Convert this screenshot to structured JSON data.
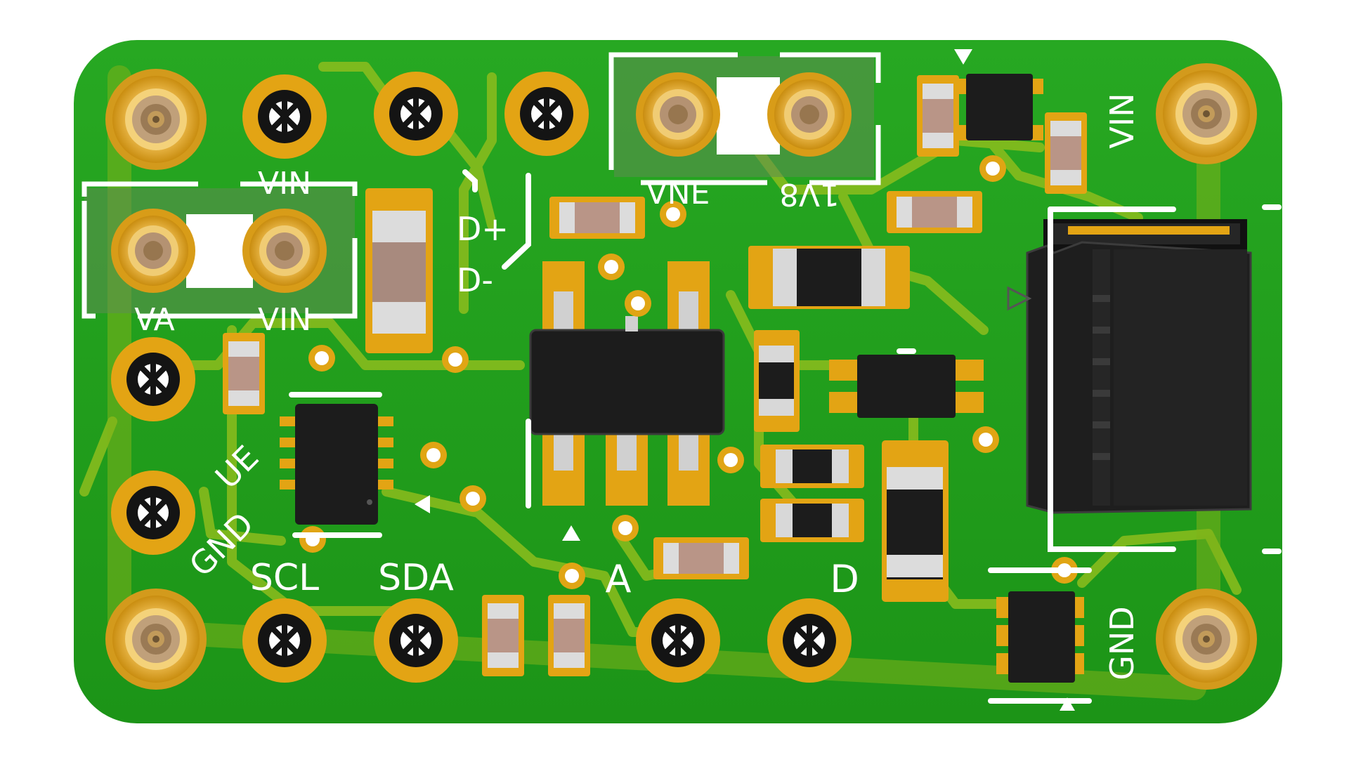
{
  "board": {
    "colors": {
      "soldermask": "#1f9e1a",
      "copper_trace": "#8fbf1a",
      "pad_gold": "#e7a818",
      "silkscreen": "#ffffff",
      "package": "#1c1c1c",
      "ceramic": "#b09088"
    },
    "labels": {
      "vin_top_left": "VIN",
      "va": "VA",
      "vin_bridge": "VIN",
      "vne": "VNE",
      "v1v8": "1V8",
      "vin_right": "VIN",
      "dplus": "D+",
      "dminus": "D-",
      "ue": "UE",
      "gnd_left": "GND",
      "scl": "SCL",
      "sda": "SDA",
      "a": "A",
      "d": "D",
      "gnd_right": "GND"
    }
  }
}
